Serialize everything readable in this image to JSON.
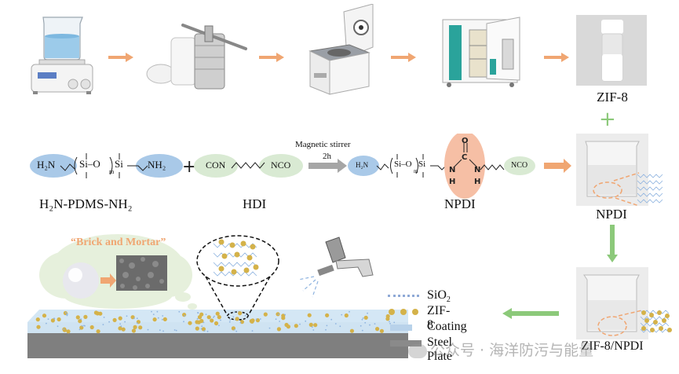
{
  "colors": {
    "process_arrow": "#f0a672",
    "flow_arrow_green": "#8cc97a",
    "reaction_arrow_gray": "#a6a6a6",
    "amine_blob": "#a9c9e8",
    "isocyanate_blob": "#d9ead3",
    "urea_blob": "#f6bfa5",
    "coating_layer": "#cfe3f2",
    "steel_plate": "#808080",
    "zif8_particle": "#d4b24a",
    "brick_mortar_text": "#f0a672",
    "cloud_fill": "#e6f0dc"
  },
  "top_row": {
    "steps": [
      {
        "icon": "magnetic-stirrer-icon"
      },
      {
        "icon": "autoclave-reactor-icon"
      },
      {
        "icon": "centrifuge-icon"
      },
      {
        "icon": "drying-oven-icon"
      },
      {
        "icon": "zif8-vial-photo"
      }
    ],
    "product_label": "ZIF-8",
    "plus": "+"
  },
  "reaction": {
    "pdms": {
      "left_group": "H₂N",
      "backbone_unit": "Si–O",
      "repeat_subscript": "m",
      "terminal_si": "Si",
      "right_group": "NH₂",
      "name": "H₂N-PDMS-NH₂"
    },
    "plus": "+",
    "hdi": {
      "left_group": "CON",
      "right_group": "NCO",
      "name": "HDI"
    },
    "condition_top": "Magnetic stirrer",
    "condition_bottom": "2h",
    "npdi": {
      "left_group": "H₂N",
      "backbone_unit": "Si–O",
      "repeat_subscript": "m",
      "terminal_si": "Si",
      "urea_o": "O",
      "urea_c": "C",
      "urea_n": "N",
      "urea_h": "H",
      "right_group": "NCO",
      "name": "NPDI"
    },
    "npdi_beaker_label": "NPDI"
  },
  "bottom": {
    "cloud_title": "“Brick and Mortar”",
    "composite_label": "ZIF-8/NPDI",
    "legend": [
      {
        "key": "sio2",
        "label": "SiO",
        "sub": "2"
      },
      {
        "key": "zif8",
        "label": "ZIF-8",
        "sub": ""
      },
      {
        "key": "coating",
        "label": "Coating",
        "sub": ""
      },
      {
        "key": "steel",
        "label": "Steel Plate",
        "sub": ""
      }
    ]
  },
  "watermark": {
    "text": "公众号 · 海洋防污与能量"
  }
}
